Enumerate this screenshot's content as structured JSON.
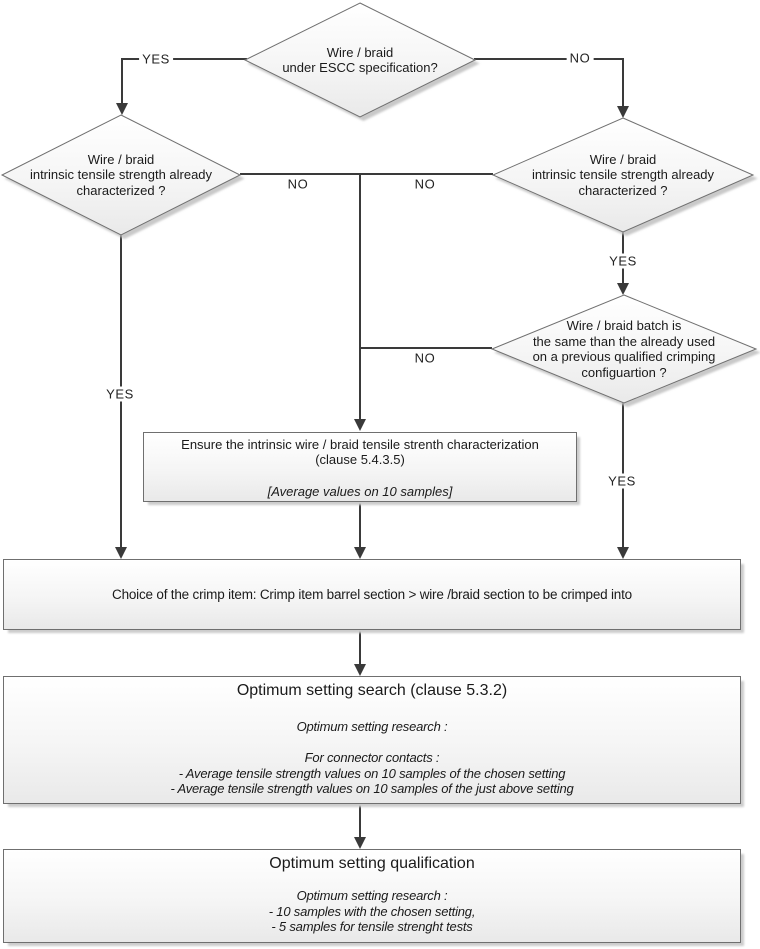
{
  "palette": {
    "connector_line": "#3a3a3a",
    "node_border": "#6f6f6f",
    "node_fill_top": "#ffffff",
    "node_fill_bottom": "#e9e9e9",
    "shadow": "#cccccc",
    "text": "#1a1a1a"
  },
  "nodes": {
    "escc_decision": {
      "type": "decision",
      "lines": [
        "Wire / braid",
        "under ESCC specification?"
      ]
    },
    "left_characterized_decision": {
      "type": "decision",
      "lines": [
        "Wire / braid",
        "intrinsic tensile strength already",
        "characterized ?"
      ]
    },
    "right_characterized_decision": {
      "type": "decision",
      "lines": [
        "Wire / braid",
        "intrinsic tensile strength already",
        "characterized ?"
      ]
    },
    "batch_decision": {
      "type": "decision",
      "lines": [
        "Wire / braid batch is",
        "the same than the already used",
        "on a previous qualified crimping",
        "configuartion ?"
      ]
    },
    "ensure_characterization": {
      "type": "process",
      "lines": [
        "Ensure the intrinsic wire / braid tensile strenth characterization",
        "(clause 5.4.3.5)"
      ],
      "note": "[Average values on 10 samples]"
    },
    "crimp_item_choice": {
      "type": "process",
      "text": "Choice of the crimp item: Crimp item barrel section > wire /braid section to be crimped into"
    },
    "optimum_setting_search": {
      "type": "process",
      "title": "Optimum setting search (clause 5.3.2)",
      "details": [
        "Optimum setting research :",
        "",
        "For connector contacts :",
        "- Average tensile strength values on 10 samples of the chosen setting",
        "- Average tensile strength values on 10 samples of the just above setting"
      ]
    },
    "optimum_setting_qualification": {
      "type": "process",
      "title": "Optimum setting qualification",
      "details": [
        "Optimum setting research :",
        "- 10 samples with the chosen setting,",
        "- 5 samples for tensile strenght tests"
      ]
    }
  },
  "edge_labels": {
    "escc_yes": "YES",
    "escc_no": "NO",
    "left_characterized_no": "NO",
    "right_characterized_no": "NO",
    "batch_no": "NO",
    "right_characterized_yes": "YES",
    "batch_yes": "YES",
    "left_characterized_yes": "YES"
  }
}
